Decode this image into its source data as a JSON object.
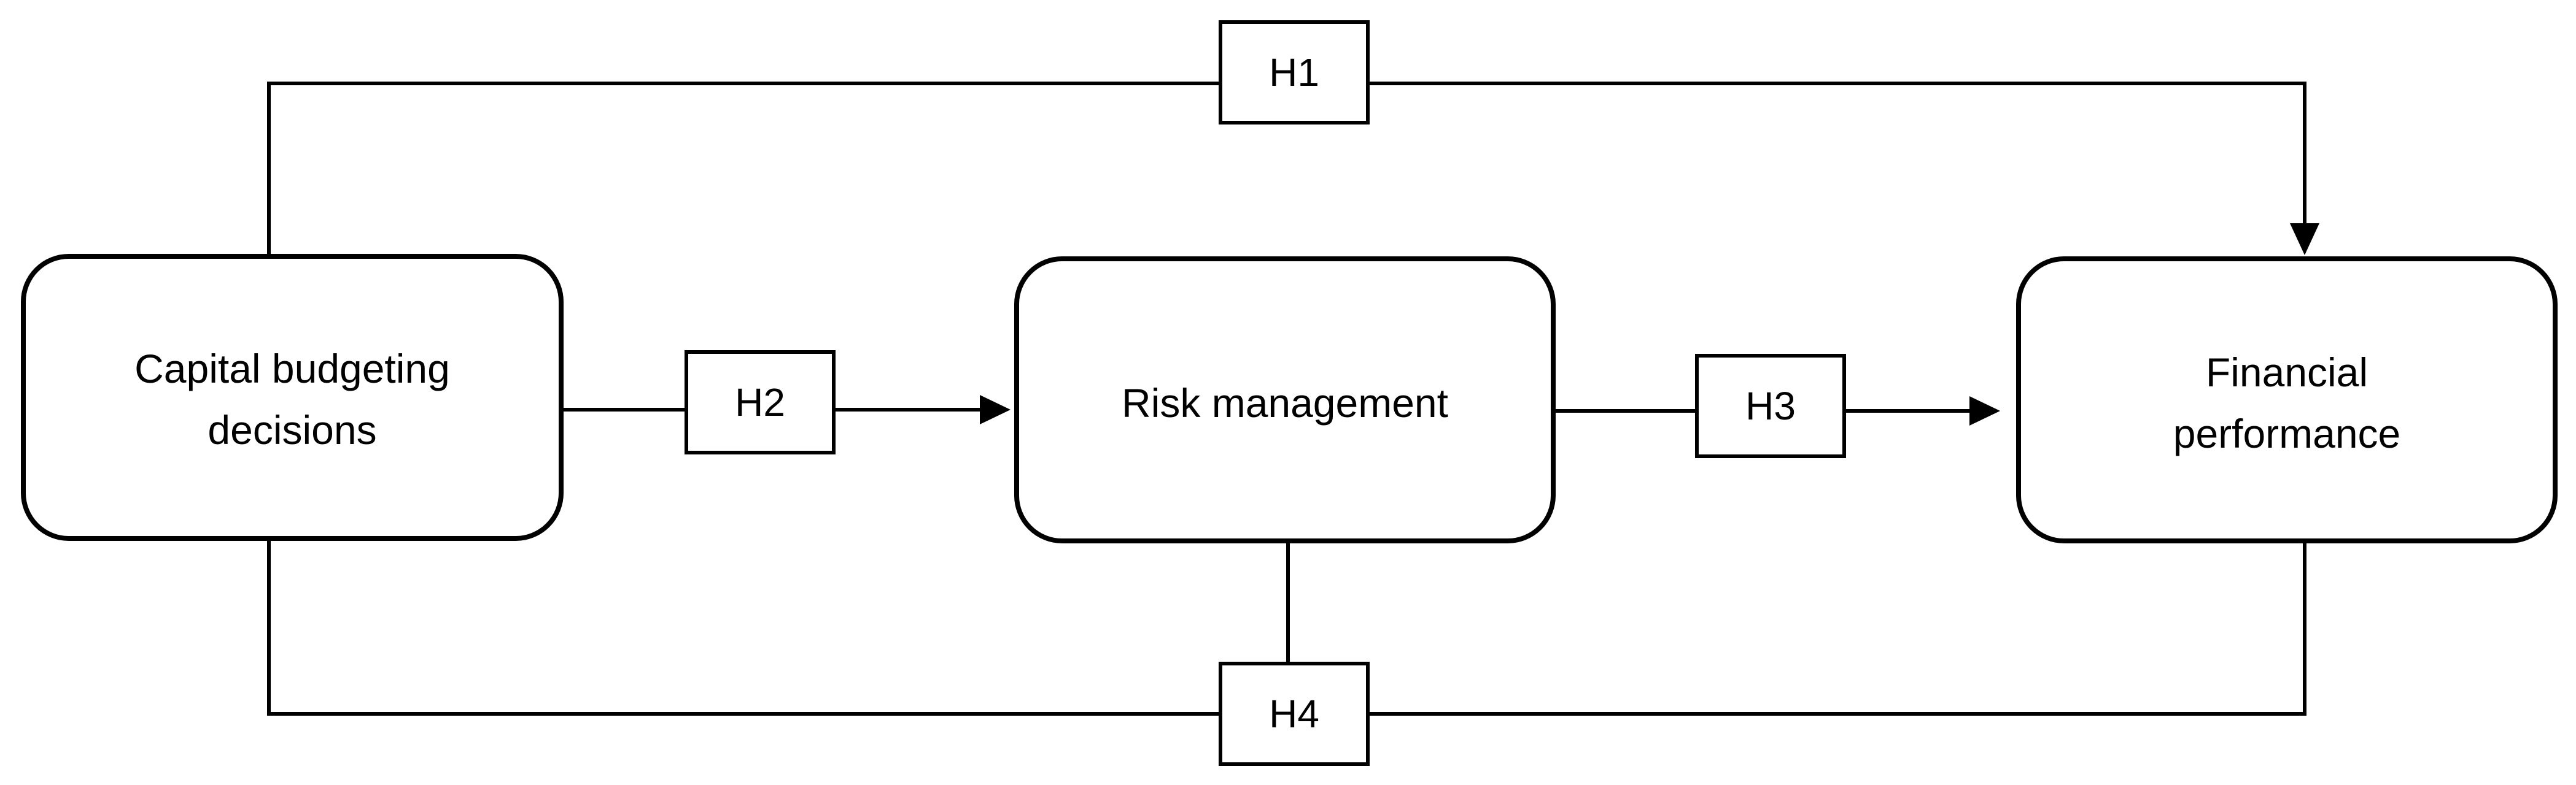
{
  "nodes": {
    "capital": {
      "line1": "Capital budgeting",
      "line2": "decisions"
    },
    "risk": {
      "line1": "Risk management"
    },
    "financial": {
      "line1": "Financial",
      "line2": "performance"
    }
  },
  "hypotheses": {
    "h1": "H1",
    "h2": "H2",
    "h3": "H3",
    "h4": "H4"
  }
}
